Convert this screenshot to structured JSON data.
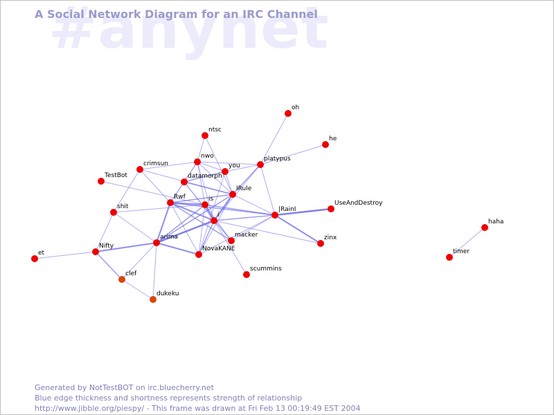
{
  "channel": "#anynet",
  "title": "A Social Network Diagram for an IRC Channel",
  "colors": {
    "edge": "#6a6ae6",
    "node": "#ee0000",
    "node_alt": "#dd4400",
    "watermark": "#ebebfb",
    "title": "#9a9acb",
    "footer": "#8181b8"
  },
  "footer": {
    "line1": "Generated by NotTestBOT on irc.bluecherry.net",
    "line2": "Blue edge thickness and shortness represents strength of relationship",
    "line3": "http://www.jibble.org/piespy/ - This frame was drawn at Fri Feb 13 00:19:49 EST 2004"
  },
  "nodes": [
    {
      "id": "oh",
      "label": "oh"
    },
    {
      "id": "he",
      "label": "he"
    },
    {
      "id": "ntsc",
      "label": "ntsc"
    },
    {
      "id": "nwo",
      "label": "nwo"
    },
    {
      "id": "you",
      "label": "you"
    },
    {
      "id": "platypus",
      "label": "platypus"
    },
    {
      "id": "crimsun",
      "label": "crimsun"
    },
    {
      "id": "TestBot",
      "label": "TestBot"
    },
    {
      "id": "datamorph",
      "label": "datamorph"
    },
    {
      "id": "IRule",
      "label": "IRule"
    },
    {
      "id": "Rwf",
      "label": "Rwf"
    },
    {
      "id": "is",
      "label": "is"
    },
    {
      "id": "IRainI",
      "label": "|RainI"
    },
    {
      "id": "UseAndDestroy",
      "label": "UseAndDestroy"
    },
    {
      "id": "shit",
      "label": "shit"
    },
    {
      "id": "i",
      "label": "i"
    },
    {
      "id": "macker",
      "label": "macker"
    },
    {
      "id": "zinx",
      "label": "zinx"
    },
    {
      "id": "arima",
      "label": "arima"
    },
    {
      "id": "NovaKANE",
      "label": "NovaKANE"
    },
    {
      "id": "Nifty",
      "label": "Nifty"
    },
    {
      "id": "et",
      "label": "et"
    },
    {
      "id": "scummins",
      "label": "scummins"
    },
    {
      "id": "clef",
      "label": "clef",
      "alt": true
    },
    {
      "id": "dukeku",
      "label": "dukeku",
      "alt": true
    },
    {
      "id": "haha",
      "label": "haha"
    },
    {
      "id": "timer",
      "label": "timer"
    }
  ],
  "edges": [
    {
      "a": "oh",
      "b": "platypus",
      "w": 1
    },
    {
      "a": "he",
      "b": "platypus",
      "w": 1
    },
    {
      "a": "ntsc",
      "b": "nwo",
      "w": 1
    },
    {
      "a": "ntsc",
      "b": "IRule",
      "w": 1
    },
    {
      "a": "nwo",
      "b": "you",
      "w": 1
    },
    {
      "a": "nwo",
      "b": "platypus",
      "w": 1
    },
    {
      "a": "nwo",
      "b": "crimsun",
      "w": 1
    },
    {
      "a": "nwo",
      "b": "datamorph",
      "w": 1
    },
    {
      "a": "nwo",
      "b": "is",
      "w": 1
    },
    {
      "a": "nwo",
      "b": "Rwf",
      "w": 1
    },
    {
      "a": "nwo",
      "b": "i",
      "w": 1
    },
    {
      "a": "nwo",
      "b": "IRule",
      "w": 1
    },
    {
      "a": "you",
      "b": "platypus",
      "w": 1
    },
    {
      "a": "you",
      "b": "datamorph",
      "w": 1.5
    },
    {
      "a": "you",
      "b": "IRule",
      "w": 1
    },
    {
      "a": "you",
      "b": "NovaKANE",
      "w": 1
    },
    {
      "a": "platypus",
      "b": "IRule",
      "w": 1.5
    },
    {
      "a": "platypus",
      "b": "IRainI",
      "w": 1
    },
    {
      "a": "platypus",
      "b": "i",
      "w": 1
    },
    {
      "a": "crimsun",
      "b": "Rwf",
      "w": 1
    },
    {
      "a": "crimsun",
      "b": "shit",
      "w": 1
    },
    {
      "a": "crimsun",
      "b": "IRule",
      "w": 1
    },
    {
      "a": "TestBot",
      "b": "is",
      "w": 1
    },
    {
      "a": "datamorph",
      "b": "IRule",
      "w": 1.5
    },
    {
      "a": "datamorph",
      "b": "i",
      "w": 1
    },
    {
      "a": "datamorph",
      "b": "Rwf",
      "w": 1
    },
    {
      "a": "datamorph",
      "b": "macker",
      "w": 1
    },
    {
      "a": "IRule",
      "b": "Rwf",
      "w": 1.5
    },
    {
      "a": "IRule",
      "b": "i",
      "w": 2
    },
    {
      "a": "IRule",
      "b": "arima",
      "w": 1.5
    },
    {
      "a": "IRule",
      "b": "IRainI",
      "w": 1
    },
    {
      "a": "IRule",
      "b": "NovaKANE",
      "w": 1
    },
    {
      "a": "Rwf",
      "b": "is",
      "w": 2
    },
    {
      "a": "Rwf",
      "b": "i",
      "w": 2
    },
    {
      "a": "Rwf",
      "b": "arima",
      "w": 2
    },
    {
      "a": "Rwf",
      "b": "macker",
      "w": 1.5
    },
    {
      "a": "Rwf",
      "b": "IRainI",
      "w": 1.5
    },
    {
      "a": "Rwf",
      "b": "NovaKANE",
      "w": 1
    },
    {
      "a": "is",
      "b": "i",
      "w": 2
    },
    {
      "a": "is",
      "b": "arima",
      "w": 1.5
    },
    {
      "a": "is",
      "b": "IRainI",
      "w": 1.5
    },
    {
      "a": "is",
      "b": "macker",
      "w": 1
    },
    {
      "a": "is",
      "b": "NovaKANE",
      "w": 1
    },
    {
      "a": "is",
      "b": "shit",
      "w": 1
    },
    {
      "a": "i",
      "b": "arima",
      "w": 2.5
    },
    {
      "a": "i",
      "b": "IRainI",
      "w": 1.5
    },
    {
      "a": "i",
      "b": "macker",
      "w": 1
    },
    {
      "a": "i",
      "b": "NovaKANE",
      "w": 1.5
    },
    {
      "a": "i",
      "b": "scummins",
      "w": 1
    },
    {
      "a": "i",
      "b": "zinx",
      "w": 1
    },
    {
      "a": "IRainI",
      "b": "UseAndDestroy",
      "w": 2.5
    },
    {
      "a": "IRainI",
      "b": "zinx",
      "w": 2
    },
    {
      "a": "IRainI",
      "b": "NovaKANE",
      "w": 1
    },
    {
      "a": "IRainI",
      "b": "macker",
      "w": 1
    },
    {
      "a": "arima",
      "b": "NovaKANE",
      "w": 2
    },
    {
      "a": "arima",
      "b": "Nifty",
      "w": 2
    },
    {
      "a": "arima",
      "b": "clef",
      "w": 1
    },
    {
      "a": "arima",
      "b": "dukeku",
      "w": 1
    },
    {
      "a": "arima",
      "b": "shit",
      "w": 1
    },
    {
      "a": "Nifty",
      "b": "shit",
      "w": 1
    },
    {
      "a": "Nifty",
      "b": "et",
      "w": 1
    },
    {
      "a": "Nifty",
      "b": "clef",
      "w": 1.5
    },
    {
      "a": "clef",
      "b": "dukeku",
      "w": 1
    },
    {
      "a": "haha",
      "b": "timer",
      "w": 1
    }
  ]
}
